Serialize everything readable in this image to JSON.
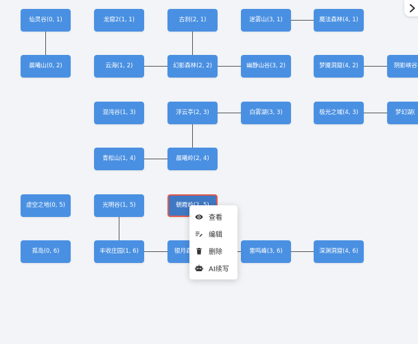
{
  "colors": {
    "background": "#f2f4f7",
    "node": "#4a90e2",
    "node_selected": "#3f79c4",
    "selected_border": "#e25a4c",
    "link": "#555555",
    "menu_text": "#333333"
  },
  "nodes": [
    {
      "id": "n-0-1",
      "label": "仙灵谷(0, 1)"
    },
    {
      "id": "n-1-1",
      "label": "龙窟2(1, 1)"
    },
    {
      "id": "n-2-1",
      "label": "古刹(2, 1)"
    },
    {
      "id": "n-3-1",
      "label": "迷雾山(3, 1)"
    },
    {
      "id": "n-4-1",
      "label": "魔法森林(4, 1)"
    },
    {
      "id": "n-0-2",
      "label": "晨曦山(0, 2)"
    },
    {
      "id": "n-1-2",
      "label": "云海(1, 2)"
    },
    {
      "id": "n-2-2",
      "label": "幻影森林(2, 2)"
    },
    {
      "id": "n-3-2",
      "label": "幽静山谷(3, 2)"
    },
    {
      "id": "n-4-2",
      "label": "梦魇洞窟(4, 2)"
    },
    {
      "id": "n-5-2",
      "label": "阴影峡谷"
    },
    {
      "id": "n-1-3",
      "label": "混沌谷(1, 3)"
    },
    {
      "id": "n-2-3",
      "label": "浮云亭(2, 3)"
    },
    {
      "id": "n-3-3",
      "label": "白雾湖(3, 3)"
    },
    {
      "id": "n-4-3",
      "label": "极光之域(4, 3)"
    },
    {
      "id": "n-5-3",
      "label": "梦幻湖("
    },
    {
      "id": "n-1-4",
      "label": "青松山(1, 4)"
    },
    {
      "id": "n-2-4",
      "label": "晨曦岭(2, 4)"
    },
    {
      "id": "n-0-5",
      "label": "虚空之地(0, 5)"
    },
    {
      "id": "n-1-5",
      "label": "光明谷(1, 5)"
    },
    {
      "id": "n-2-5",
      "label": "朝霞岭(2, 5)",
      "selected": true
    },
    {
      "id": "n-0-6",
      "label": "孤岛(0, 6)"
    },
    {
      "id": "n-1-6",
      "label": "丰收庄园(1, 6)"
    },
    {
      "id": "n-2-6",
      "label": "银月森"
    },
    {
      "id": "n-3-6",
      "label": "雷鸣峰(3, 6)"
    },
    {
      "id": "n-4-6",
      "label": "深渊洞窟(4, 6)"
    }
  ],
  "links": [
    [
      "n-0-1",
      "n-0-2"
    ],
    [
      "n-2-1",
      "n-2-2"
    ],
    [
      "n-3-1",
      "n-4-1"
    ],
    [
      "n-1-2",
      "n-2-2"
    ],
    [
      "n-2-2",
      "n-3-2"
    ],
    [
      "n-4-2",
      "n-5-2"
    ],
    [
      "n-2-3",
      "n-3-3"
    ],
    [
      "n-4-3",
      "n-5-3"
    ],
    [
      "n-2-3",
      "n-2-4"
    ],
    [
      "n-1-4",
      "n-2-4"
    ],
    [
      "n-1-5",
      "n-1-6"
    ],
    [
      "n-1-6",
      "n-2-6"
    ],
    [
      "n-2-6",
      "n-3-6"
    ],
    [
      "n-3-6",
      "n-4-6"
    ]
  ],
  "context_menu": {
    "items": [
      {
        "key": "view",
        "label": "查看",
        "icon": "eye-icon"
      },
      {
        "key": "edit",
        "label": "编辑",
        "icon": "edit-list-icon"
      },
      {
        "key": "delete",
        "label": "删除",
        "icon": "trash-icon"
      },
      {
        "key": "ai",
        "label": "AI续写",
        "icon": "robot-icon"
      }
    ]
  },
  "collapse_tab": {
    "icon": "chevron-right-icon"
  }
}
